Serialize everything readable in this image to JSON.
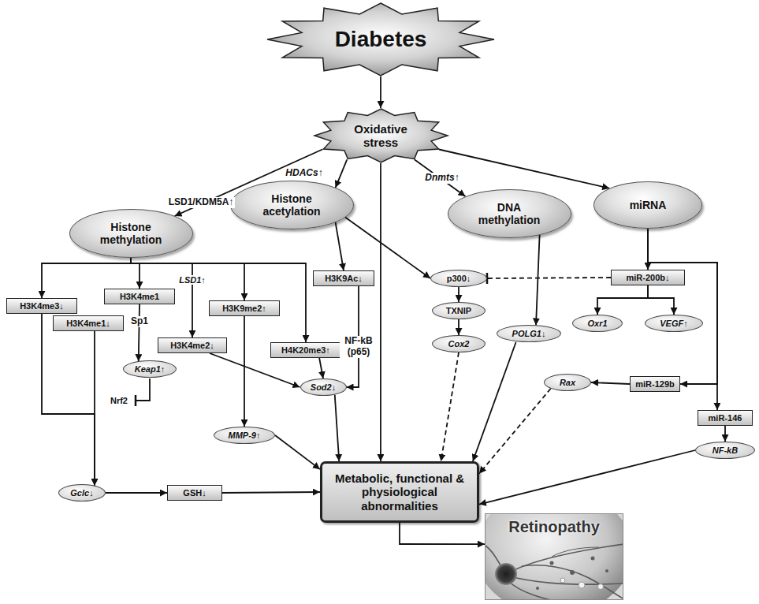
{
  "diagram": {
    "nodes": [
      {
        "text": [
          "Diabetes"
        ]
      },
      {
        "text": [
          "Oxidative stress"
        ]
      },
      {
        "text": [
          "Histone methylation"
        ]
      },
      {
        "text": [
          "Histone acetylation"
        ]
      },
      {
        "text": [
          "DNA methylation"
        ]
      },
      {
        "text": [
          "miRNA"
        ]
      },
      {
        "text": [
          "H3K4me3↓"
        ]
      },
      {
        "text": [
          "H3K4me1"
        ]
      },
      {
        "text": [
          "H3K4me1↓"
        ]
      },
      {
        "text": [
          "H3K4me2↓"
        ]
      },
      {
        "text": [
          "H3K9me2↑"
        ]
      },
      {
        "text": [
          "H3K9Ac↓"
        ]
      },
      {
        "text": [
          "H4K20me3↑"
        ]
      },
      {
        "text": [
          "p300↓"
        ]
      },
      {
        "text": [
          "TXNIP"
        ]
      },
      {
        "text": [
          "Cox2"
        ]
      },
      {
        "text": [
          "POLG1↓"
        ]
      },
      {
        "text": [
          "miR-200b↓"
        ]
      },
      {
        "text": [
          "Oxr1"
        ]
      },
      {
        "text": [
          "VEGF↑"
        ]
      },
      {
        "text": [
          "Keap1↑"
        ]
      },
      {
        "text": [
          "Sod2↓"
        ]
      },
      {
        "text": [
          "Rax"
        ]
      },
      {
        "text": [
          "miR-129b"
        ]
      },
      {
        "text": [
          "miR-146"
        ]
      },
      {
        "text": [
          "MMP-9↑"
        ]
      },
      {
        "text": [
          "NF-kB"
        ]
      },
      {
        "text": [
          "Gclc↓"
        ]
      },
      {
        "text": [
          "GSH↓"
        ]
      },
      {
        "text": [
          "Metabolic, functional & physiological abnormalities"
        ]
      },
      {
        "text": [
          "Retinopathy"
        ]
      }
    ],
    "edges": [
      {
        "from": 0,
        "to": 1,
        "arrow": "to"
      },
      {
        "from": 1,
        "to": 2,
        "label": "LSD1/KDM5A↑",
        "arrow": "to"
      },
      {
        "from": 1,
        "to": 3,
        "label": "HDACs↑",
        "arrow": "to"
      },
      {
        "from": 1,
        "to": 4,
        "label": "Dnmts↑",
        "arrow": "to"
      },
      {
        "from": 1,
        "to": 5,
        "arrow": "to"
      },
      {
        "from": 1,
        "to": 29,
        "arrow": "to"
      },
      {
        "from": 2,
        "to": 6,
        "arrow": "to"
      },
      {
        "from": 2,
        "to": 7,
        "arrow": "to"
      },
      {
        "from": 2,
        "to": 9,
        "label": "LSD1↑",
        "arrow": "to"
      },
      {
        "from": 2,
        "to": 10,
        "arrow": "to"
      },
      {
        "from": 2,
        "to": 12,
        "arrow": "to"
      },
      {
        "from": 7,
        "to": 20,
        "label": "Sp1",
        "arrow": "to"
      },
      {
        "from": 6,
        "to": 27,
        "arrow": "to"
      },
      {
        "from": 8,
        "to": 27,
        "arrow": "to"
      },
      {
        "from": 27,
        "to": 28,
        "arrow": "to"
      },
      {
        "from": 28,
        "to": 29,
        "arrow": "to"
      },
      {
        "from": 9,
        "to": 21,
        "arrow": "to"
      },
      {
        "from": 10,
        "to": 25,
        "arrow": "to"
      },
      {
        "from": 25,
        "to": 29,
        "arrow": "to"
      },
      {
        "from": 3,
        "to": 11,
        "arrow": "to"
      },
      {
        "from": 11,
        "to": 21,
        "label": "NF-kB (p65)",
        "arrow": "to"
      },
      {
        "from": 12,
        "to": 21,
        "arrow": "to"
      },
      {
        "from": 21,
        "to": 29,
        "arrow": "to"
      },
      {
        "from": 3,
        "to": 13,
        "arrow": "to"
      },
      {
        "from": 13,
        "to": 14,
        "arrow": "to"
      },
      {
        "from": 14,
        "to": 15,
        "arrow": "to"
      },
      {
        "from": 15,
        "to": 29,
        "arrow": "to"
      },
      {
        "from": 4,
        "to": 16,
        "arrow": "to"
      },
      {
        "from": 16,
        "to": 29,
        "arrow": "to"
      },
      {
        "from": 5,
        "to": 17,
        "arrow": "to"
      },
      {
        "from": 5,
        "to": 23,
        "arrow": "to"
      },
      {
        "from": 5,
        "to": 24,
        "arrow": "to"
      },
      {
        "from": 17,
        "to": 13,
        "arrow": "to"
      },
      {
        "from": 17,
        "to": 18,
        "arrow": "to"
      },
      {
        "from": 17,
        "to": 19,
        "arrow": "to"
      },
      {
        "from": 23,
        "to": 22,
        "arrow": "to"
      },
      {
        "from": 22,
        "to": 29,
        "arrow": "to"
      },
      {
        "from": 24,
        "to": 26,
        "arrow": "to"
      },
      {
        "from": 26,
        "to": 29,
        "arrow": "to"
      },
      {
        "from": 29,
        "to": 30,
        "arrow": "to"
      }
    ],
    "labels": [
      "Nrf2"
    ]
  }
}
